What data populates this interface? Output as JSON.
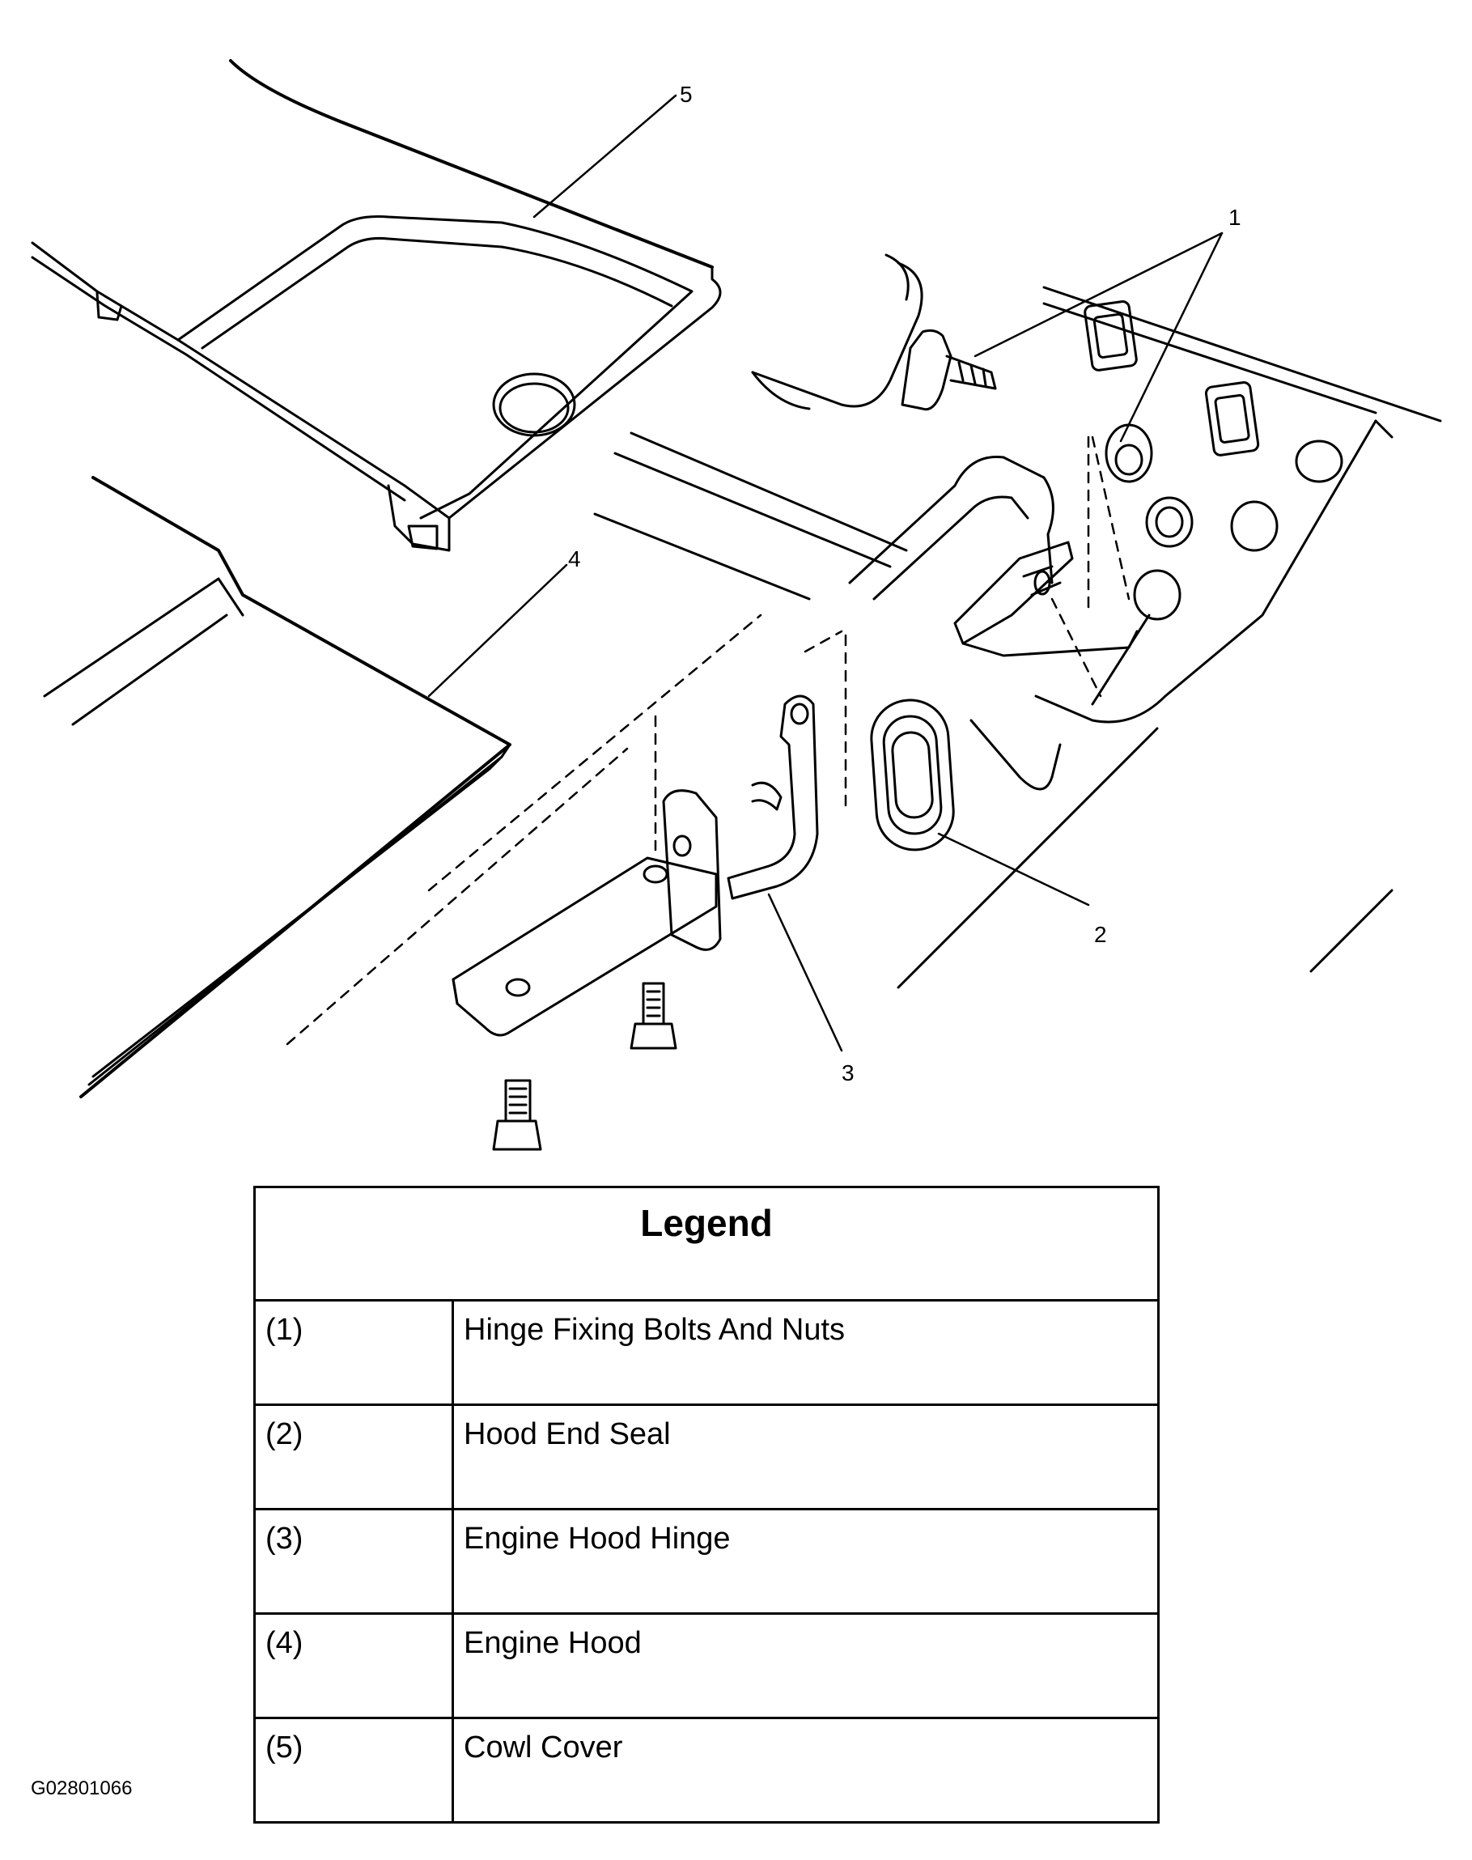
{
  "callouts": {
    "c1": "1",
    "c2": "2",
    "c3": "3",
    "c4": "4",
    "c5": "5"
  },
  "legend": {
    "title": "Legend",
    "rows": [
      {
        "num": "(1)",
        "label": "Hinge Fixing Bolts And Nuts"
      },
      {
        "num": "(2)",
        "label": "Hood End Seal"
      },
      {
        "num": "(3)",
        "label": "Engine Hood Hinge"
      },
      {
        "num": "(4)",
        "label": "Engine Hood"
      },
      {
        "num": "(5)",
        "label": "Cowl Cover"
      }
    ]
  },
  "figure_id": "G02801066"
}
